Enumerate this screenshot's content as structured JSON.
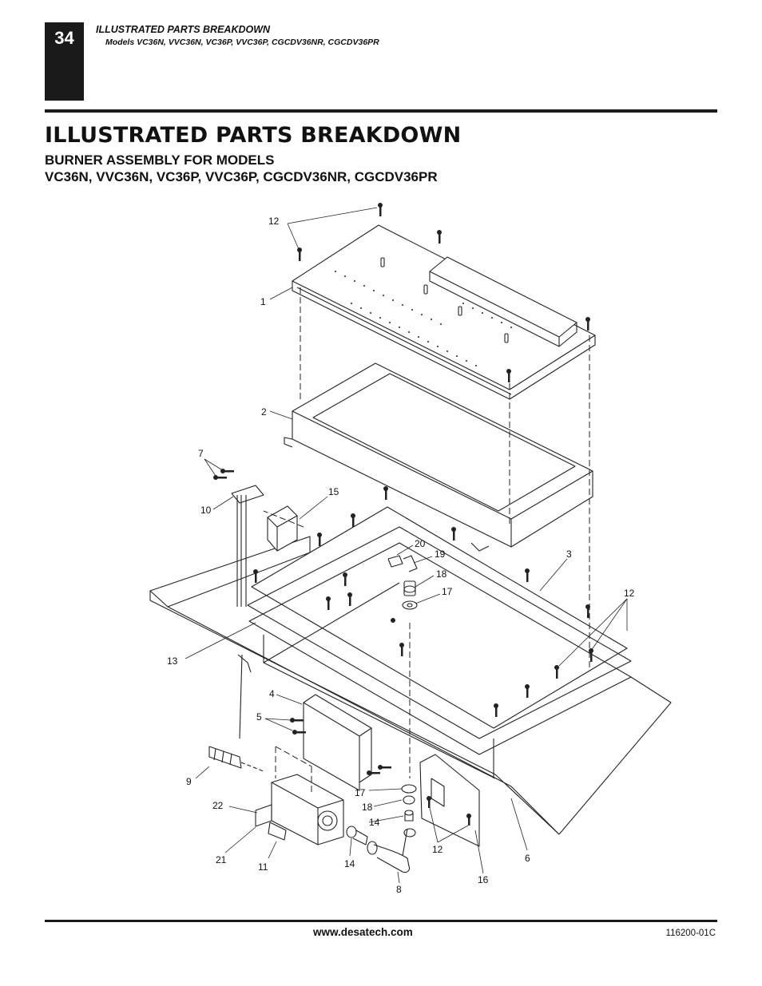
{
  "header": {
    "page_number": "34",
    "section": "ILLUSTRATED PARTS BREAKDOWN",
    "models": "Models VC36N, VVC36N, VC36P, VVC36P, CGCDV36NR, CGCDV36PR"
  },
  "title": "ILLUSTRATED PARTS BREAKDOWN",
  "subtitle": {
    "line1": "BURNER ASSEMBLY FOR MODELS",
    "line2": "VC36N, VVC36N,  VC36P, VVC36P, CGCDV36NR, CGCDV36PR"
  },
  "callouts": {
    "c12a": "12",
    "c1": "1",
    "c2": "2",
    "c7": "7",
    "c15": "15",
    "c10": "10",
    "c20": "20",
    "c19": "19",
    "c18a": "18",
    "c17a": "17",
    "c3": "3",
    "c12b": "12",
    "c13": "13",
    "c4": "4",
    "c5": "5",
    "c9": "9",
    "c22": "22",
    "c17b": "17",
    "c18b": "18",
    "c14a": "14",
    "c12c": "12",
    "c21": "21",
    "c11": "11",
    "c14b": "14",
    "c6": "6",
    "c16": "16",
    "c8": "8"
  },
  "footer": {
    "url": "www.desatech.com",
    "doc_code": "116200-01C"
  }
}
